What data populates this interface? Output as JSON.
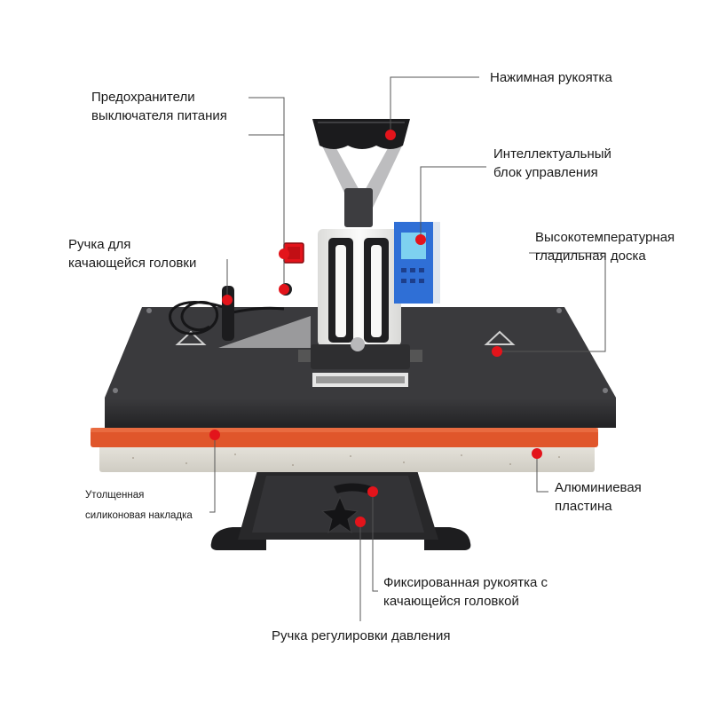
{
  "colors": {
    "marker": "#e3141b",
    "leader": "#555555",
    "platen": "#2b2b2d",
    "silicone_pad": "#e0562b",
    "aluminum_plate": "#dedbd3",
    "frame_white": "#f2f2f0",
    "control_box": "#2f6fd6",
    "display": "#7ed1f0"
  },
  "icons": {
    "pressure_knob": "star-knob",
    "power_switch": "rocker-switch"
  },
  "labels": {
    "press_handle": "Нажимная рукоятка",
    "fuses": "Предохранители\nвыключателя питания",
    "control_unit": "Интеллектуальный\nблок управления",
    "swing_handle": "Ручка для\nкачающейся головки",
    "heat_platen": "Высокотемпературная\nгладильная доска",
    "silicone_pad": "Утолщенная\nсиликоновая накладка",
    "aluminum_plate": "Алюминиевая\nпластина",
    "fixed_handle": "Фиксированная рукоятка с\nкачающейся головкой",
    "pressure_knob": "Ручка регулировки давления"
  }
}
